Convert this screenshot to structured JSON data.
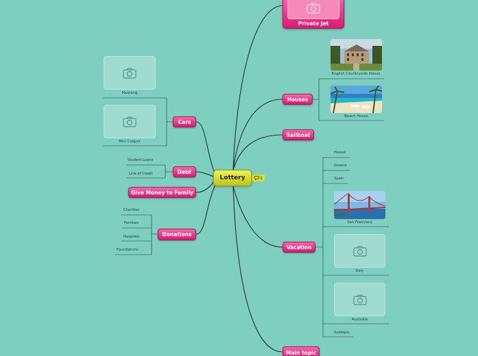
{
  "central": {
    "title": "Lottery",
    "comment_count": "1"
  },
  "branches": {
    "private_jet": "Private Jet",
    "houses": "Houses",
    "sailboat": "Sailboat",
    "vacation": "Vacation",
    "main_topic": "Main topic",
    "cars": "Cars",
    "debt": "Debt",
    "give_money": "Give Money to Family",
    "donations": "Donations"
  },
  "houses": {
    "items": [
      "English Countryside House",
      "Beach House"
    ]
  },
  "cars": {
    "items": [
      "Mustang",
      "Mini Cooper"
    ]
  },
  "debt": {
    "items": [
      "Student Loans",
      "Line of Credit"
    ]
  },
  "donations": {
    "items": [
      "Charities",
      "Families",
      "Hospitals",
      "Foundations"
    ]
  },
  "vacation": {
    "items": [
      "Hawaii",
      "Greece",
      "Spain",
      "San Francisco",
      "Italy",
      "Australia",
      "Subtopic"
    ]
  },
  "icons": {
    "image_placeholder": "camera-icon",
    "comment": "comment-icon"
  },
  "colors": {
    "background": "#7ecfc0",
    "topic": "#e0237a",
    "central": "#d4da2a"
  }
}
